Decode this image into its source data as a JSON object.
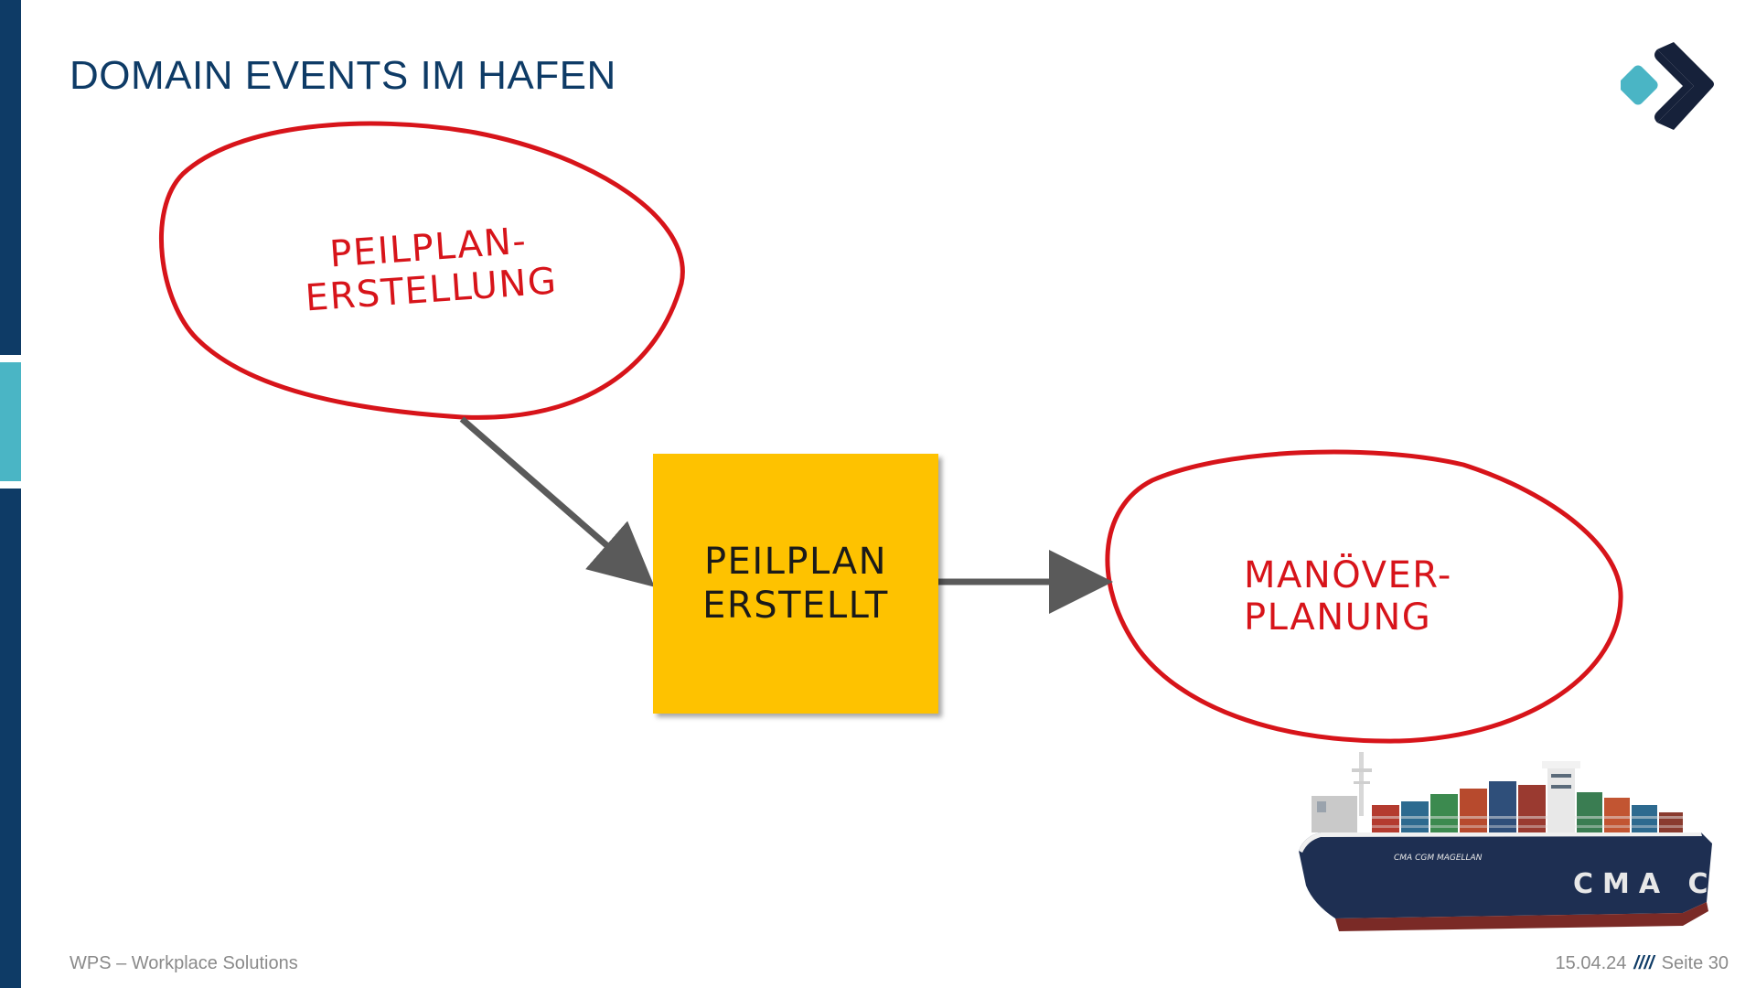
{
  "slide": {
    "title": "DOMAIN EVENTS IM HAFEN"
  },
  "diagram": {
    "command_1": {
      "line_1": "PEILPLAN-",
      "line_2": "ERSTELLUNG"
    },
    "event": {
      "label": "PEILPLAN\nERSTELLT"
    },
    "command_2": {
      "line_1": "MANÖVER-",
      "line_2": "PLANUNG"
    },
    "ship_hull_text": "CMA CGM",
    "ship_name": "CMA CGM MAGELLAN"
  },
  "footer": {
    "company": "WPS – Workplace Solutions",
    "date": "15.04.24",
    "separator": "////",
    "page": "Seite 30"
  },
  "colors": {
    "brand_navy": "#0e3b66",
    "brand_teal": "#4ab5c5",
    "command_red": "#d7141a",
    "sticky_yellow": "#fec200",
    "arrow_gray": "#5a5a5a"
  },
  "icons": {
    "logo": "wps-logo-icon",
    "ship": "container-ship-illustration"
  }
}
